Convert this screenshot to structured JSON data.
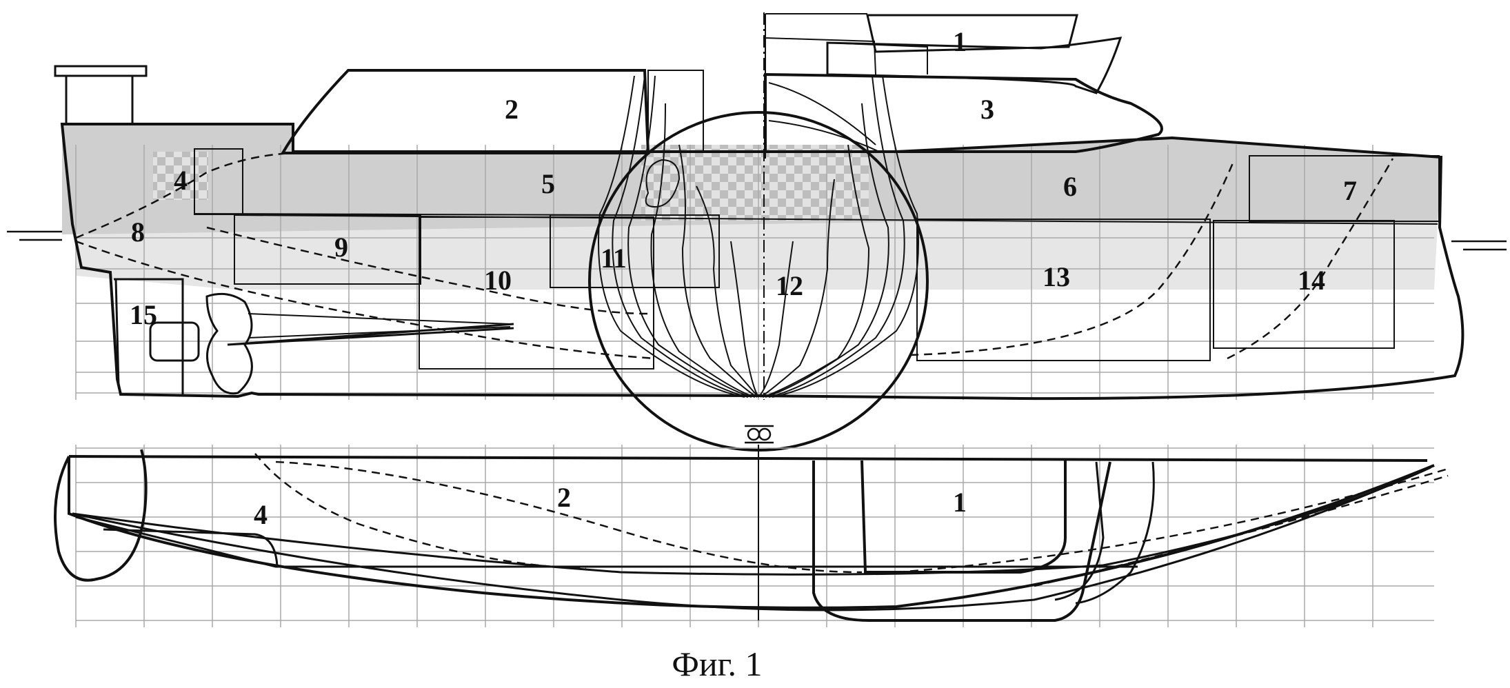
{
  "figure": {
    "caption": "Фиг. 1"
  },
  "profile_view": {
    "labels": [
      {
        "id": "1",
        "text": "1"
      },
      {
        "id": "2",
        "text": "2"
      },
      {
        "id": "3",
        "text": "3"
      },
      {
        "id": "4",
        "text": "4"
      },
      {
        "id": "5",
        "text": "5"
      },
      {
        "id": "6",
        "text": "6"
      },
      {
        "id": "7",
        "text": "7"
      },
      {
        "id": "8",
        "text": "8"
      },
      {
        "id": "9",
        "text": "9"
      },
      {
        "id": "10",
        "text": "10"
      },
      {
        "id": "11",
        "text": "11"
      },
      {
        "id": "12",
        "text": "12"
      },
      {
        "id": "13",
        "text": "13"
      },
      {
        "id": "14",
        "text": "14"
      },
      {
        "id": "15",
        "text": "15"
      }
    ]
  },
  "plan_view": {
    "labels": [
      {
        "id": "2",
        "text": "2"
      },
      {
        "id": "1",
        "text": "1"
      },
      {
        "id": "4",
        "text": "4"
      }
    ],
    "midship_symbol": "midship-symbol"
  },
  "colors": {
    "line": "#111111",
    "grid": "#a9a9a9",
    "band_fill": "#cfcfcf",
    "lower_fill": "#e4e4e4"
  }
}
